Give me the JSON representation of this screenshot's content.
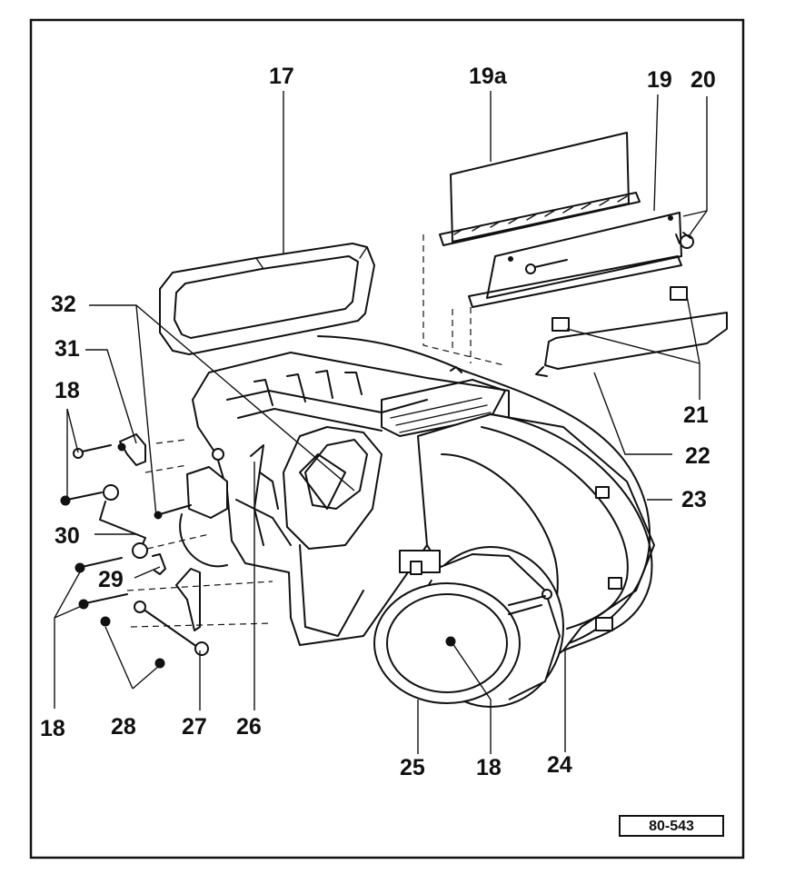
{
  "reference_code": "80-543",
  "callouts": {
    "c17": "17",
    "c19a": "19a",
    "c19": "19",
    "c20": "20",
    "c32": "32",
    "c31": "31",
    "c18_top": "18",
    "c21": "21",
    "c22": "22",
    "c23": "23",
    "c30": "30",
    "c29": "29",
    "c18_left": "18",
    "c28": "28",
    "c27": "27",
    "c26": "26",
    "c25": "25",
    "c18_bottom": "18",
    "c24": "24"
  }
}
